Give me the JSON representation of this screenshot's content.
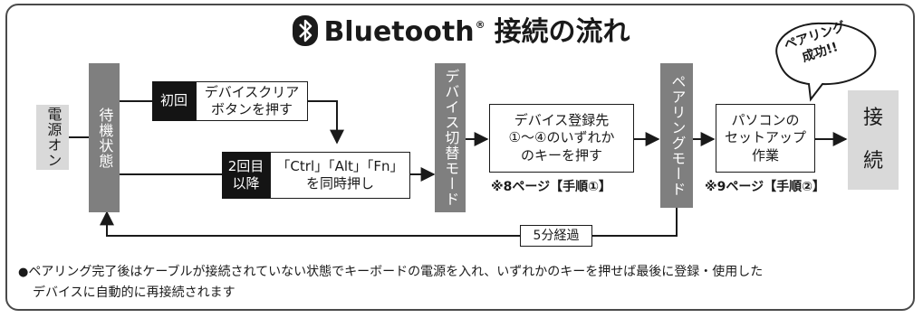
{
  "title": {
    "text": "Bluetooth",
    "registered": "®",
    "suffix": "接続の流れ"
  },
  "nodes": {
    "power_on": "電源オン",
    "standby": "待機状態",
    "first_time_tag": "初回",
    "first_time_action": "デバイスクリア\nボタンを押す",
    "second_time_tag": "2回目\n以降",
    "second_time_action": "「Ctrl」「Alt」「Fn」\nを同時押し",
    "device_switch_mode": "デバイス切替モード",
    "press_key": "デバイス登録先\n①〜④のいずれか\nのキーを押す",
    "pairing_mode": "ペアリングモード",
    "pc_setup": "パソコンの\nセットアップ\n作業",
    "connect": "接\n続"
  },
  "captions": {
    "page8": "※8ページ【手順①】",
    "page9": "※9ページ【手順②】",
    "five_min": "5分経過"
  },
  "bubble": "ペアリング\n成功!!",
  "note": {
    "bullet": "●",
    "line1": "ペアリング完了後はケーブルが接続されていない状態でキーボードの電源を入れ、いずれかのキーを押せば最後に登録・使用した",
    "line2": "デバイスに自動的に再接続されます"
  },
  "colors": {
    "dark_gray": "#7f7f7f",
    "light_gray": "#d9d9d9",
    "black": "#141414"
  },
  "icons": [
    "bluetooth-icon"
  ]
}
